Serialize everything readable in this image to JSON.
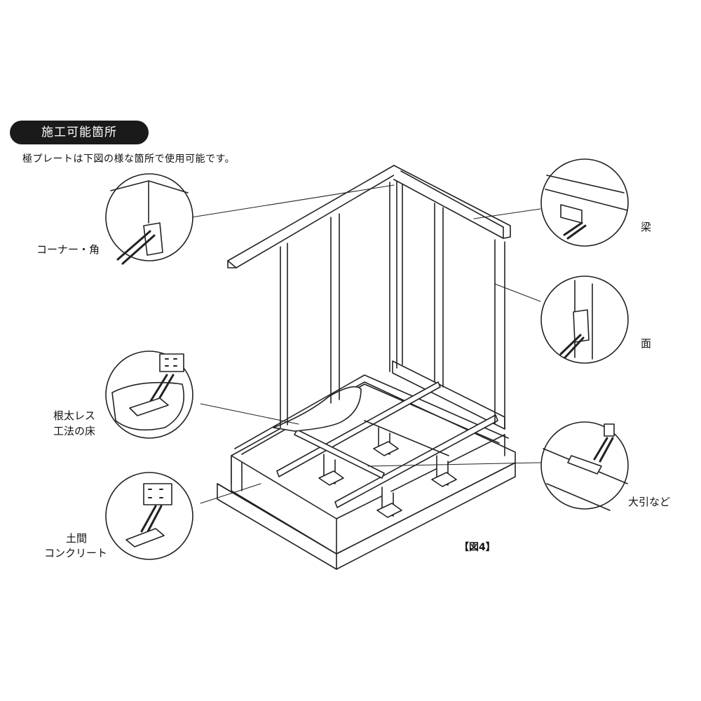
{
  "heading": "施工可能箇所",
  "intro": "極プレートは下図の様な箇所で使用可能です。",
  "labels": {
    "corner": "コーナー・角",
    "beam": "梁",
    "surface": "面",
    "floor_line1": "根太レス",
    "floor_line2": "工法の床",
    "sill": "大引など",
    "concrete_line1": "土間",
    "concrete_line2": "コンクリート"
  },
  "figure_label": "【図4】"
}
